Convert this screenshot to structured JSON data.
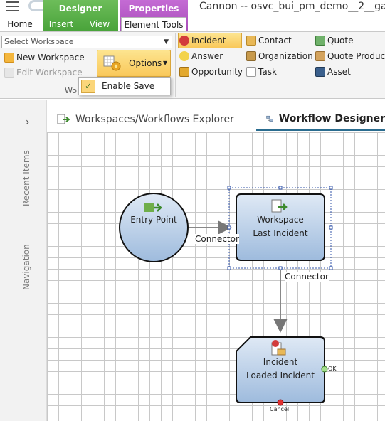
{
  "window": {
    "title": "Cannon -- osvc_bui_pm_demo__2__ga"
  },
  "context_tabs": {
    "designer": "Designer",
    "properties": "Properties"
  },
  "tabs": {
    "home": "Home",
    "insert": "Insert",
    "view": "View",
    "element_tools": "Element Tools"
  },
  "ribbon": {
    "select_workspace_placeholder": "Select Workspace",
    "new_workspace": "New Workspace",
    "edit_workspace": "Edit Workspace",
    "options": "Options",
    "group_label": "Wo",
    "menu": {
      "enable_save": "Enable Save"
    },
    "records": {
      "incident": "Incident",
      "contact": "Contact",
      "quote": "Quote",
      "answer": "Answer",
      "organization": "Organization",
      "quote_product": "Quote Product",
      "opportunity": "Opportunity",
      "task": "Task",
      "asset": "Asset"
    }
  },
  "sidebar": {
    "recent_items": "Recent Items",
    "navigation": "Navigation"
  },
  "doc_tabs": {
    "explorer": "Workspaces/Workflows Explorer",
    "designer": "Workflow Designer"
  },
  "diagram": {
    "entry_point": "Entry Point",
    "workspace_title": "Workspace",
    "workspace_subtitle": "Last Incident",
    "incident_title": "Incident",
    "incident_subtitle": "Loaded Incident",
    "connector_1": "Connector",
    "connector_2": "Connector",
    "ok_port": "OK",
    "cancel_port": "Cancel"
  },
  "colors": {
    "designer_green": "#49a33a",
    "properties_purple": "#a84cb9",
    "highlight_yellow": "#f9c85a",
    "active_tab_accent": "#2a6c8f",
    "node_fill": "#b4cde8"
  }
}
